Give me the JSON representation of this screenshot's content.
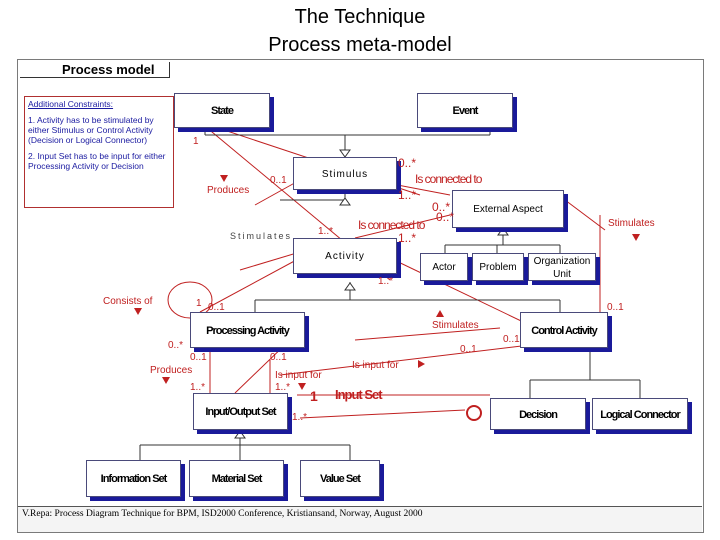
{
  "title_line1": "The Technique",
  "title_line2": "Process meta-model",
  "panel_tab": "Process model",
  "constraints": {
    "heading": "Additional Constraints:",
    "item1": "1. Activity has to be stimulated by either Stimulus or Control Activity (Decision or Logical Connector)",
    "item2": "2. Input Set has to be input for either Processing Activity or Decision"
  },
  "classes": {
    "state": "State",
    "event": "Event",
    "stimulus": "Stimulus",
    "external_aspect": "External Aspect",
    "activity": "Activity",
    "actor": "Actor",
    "problem": "Problem",
    "org_unit": "Organization Unit",
    "processing_activity": "Processing Activity",
    "control_activity": "Control Activity",
    "input_output_set": "Input/Output Set",
    "input_set": "Input Set",
    "decision": "Decision",
    "logical_connector": "Logical Connector",
    "information_set": "Information Set",
    "material_set": "Material Set",
    "value_set": "Value Set"
  },
  "labels": {
    "produces1": "Produces",
    "stimulates1": "Stimulates",
    "is_connected_to_1": "Is connected to",
    "is_connected_to_2": "Is connected to",
    "stimulates2": "Stimulates",
    "consists_of": "Consists of",
    "stimulates3": "Stimulates",
    "produces2": "Produces",
    "is_input_for_1": "Is input for",
    "is_input_for_2": "Is input for"
  },
  "mult": {
    "m_1": "1",
    "m_0n_stim": "0..*",
    "m_01_stim": "0..1",
    "m_1n_a": "1..*",
    "m_0n_ea1": "0..*",
    "m_0n_ea2": "0..*",
    "m_1n_b": "1..*",
    "m_1n_act": "1..*",
    "m_1n_act2": "1..*",
    "m_1_cons": "1",
    "m_01_cons": "0..1",
    "m_0n_pa": "0..*",
    "m_01_pa1": "0..1",
    "m_01_pa2": "0..1",
    "m_01_ca": "0..1",
    "m_01_ca2": "0..1",
    "m_01_ca3": "0..1",
    "m_1n_io1": "1..*",
    "m_1n_io2": "1..*",
    "m_1_is": "1",
    "m_1n_is": "1..*"
  },
  "footer": "V.Repa: Process Diagram Technique for BPM, ISD2000 Conference, Kristiansand, Norway, August 2000"
}
